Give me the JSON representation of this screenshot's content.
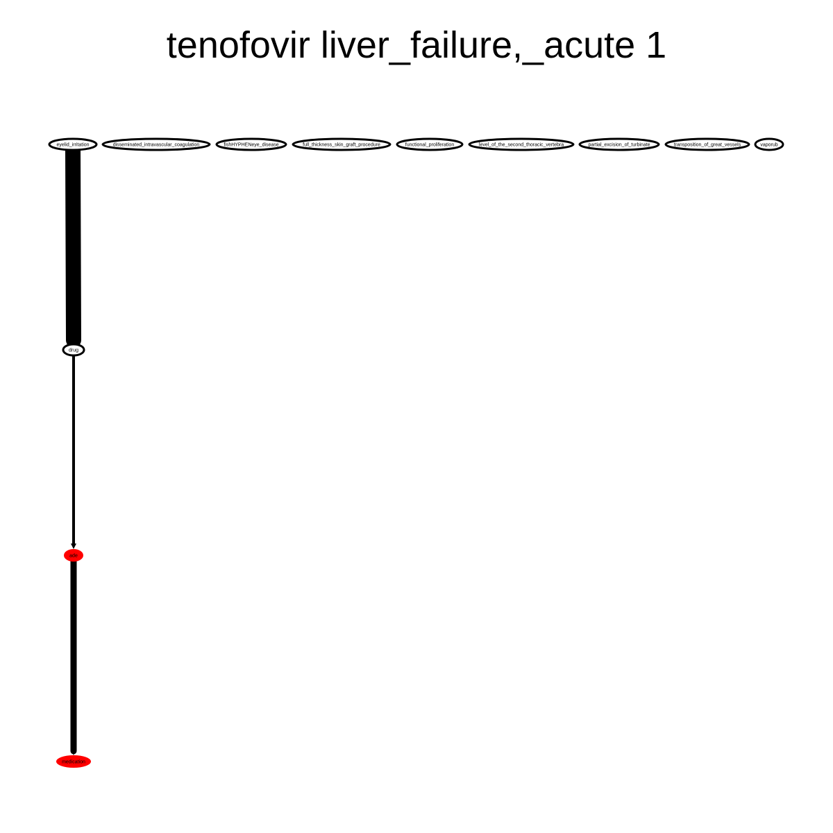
{
  "title": "tenofovir liver_failure,_acute 1",
  "colors": {
    "background": "#ffffff",
    "node_stroke": "#000000",
    "edge": "#000000",
    "highlight_fill": "#ff0000",
    "plain_fill": "#ffffff"
  },
  "nodes": [
    {
      "id": "eyelid_irritation",
      "label": "eyelid_irritation",
      "highlighted": false
    },
    {
      "id": "disseminated_intravascular_coagulation",
      "label": "disseminated_intravascular_coagulation",
      "highlighted": false
    },
    {
      "id": "fishHYPHENeye_disease",
      "label": "fishHYPHENeye_disease",
      "highlighted": false
    },
    {
      "id": "full_thickness_skin_graft_procedure",
      "label": "full_thickness_skin_graft_procedure",
      "highlighted": false
    },
    {
      "id": "functional_proliferation",
      "label": "functional_proliferation",
      "highlighted": false
    },
    {
      "id": "level_of_the_second_thoracic_vertebra",
      "label": "level_of_the_second_thoracic_vertebra",
      "highlighted": false
    },
    {
      "id": "partial_excision_of_turbinate",
      "label": "partial_excision_of_turbinate",
      "highlighted": false
    },
    {
      "id": "transposition_of_great_vessels",
      "label": "transposition_of_great_vessels",
      "highlighted": false
    },
    {
      "id": "vaporub",
      "label": "vaporub",
      "highlighted": false
    },
    {
      "id": "drug",
      "label": "drug",
      "highlighted": false
    },
    {
      "id": "ade",
      "label": "ade",
      "highlighted": true
    },
    {
      "id": "medication",
      "label": "medication",
      "highlighted": true
    }
  ],
  "edges": [
    {
      "from": "eyelid_irritation",
      "to": "drug",
      "weight": "heavy"
    },
    {
      "from": "drug",
      "to": "ade",
      "weight": "thin"
    },
    {
      "from": "ade",
      "to": "medication",
      "weight": "medium"
    }
  ]
}
